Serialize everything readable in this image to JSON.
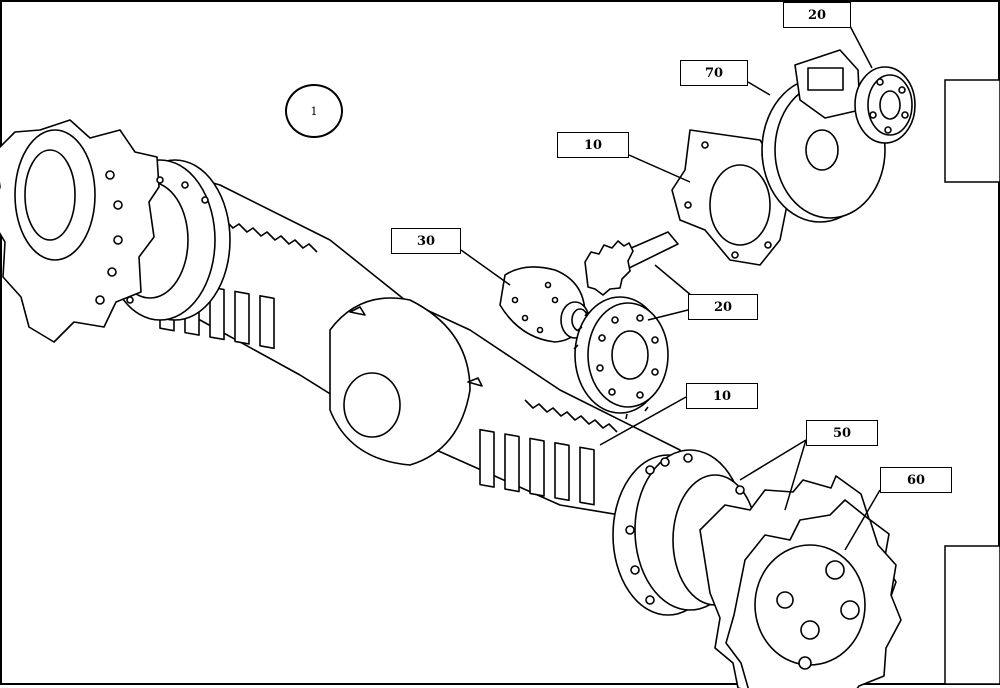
{
  "diagram": {
    "assembly_marker": "1",
    "callouts": [
      {
        "id": "c20_top",
        "label": "20"
      },
      {
        "id": "c70",
        "label": "70"
      },
      {
        "id": "c10_upper",
        "label": "10"
      },
      {
        "id": "c30",
        "label": "30"
      },
      {
        "id": "c20_mid",
        "label": "20"
      },
      {
        "id": "c10_lower",
        "label": "10"
      },
      {
        "id": "c50",
        "label": "50"
      },
      {
        "id": "c60",
        "label": "60"
      }
    ]
  }
}
